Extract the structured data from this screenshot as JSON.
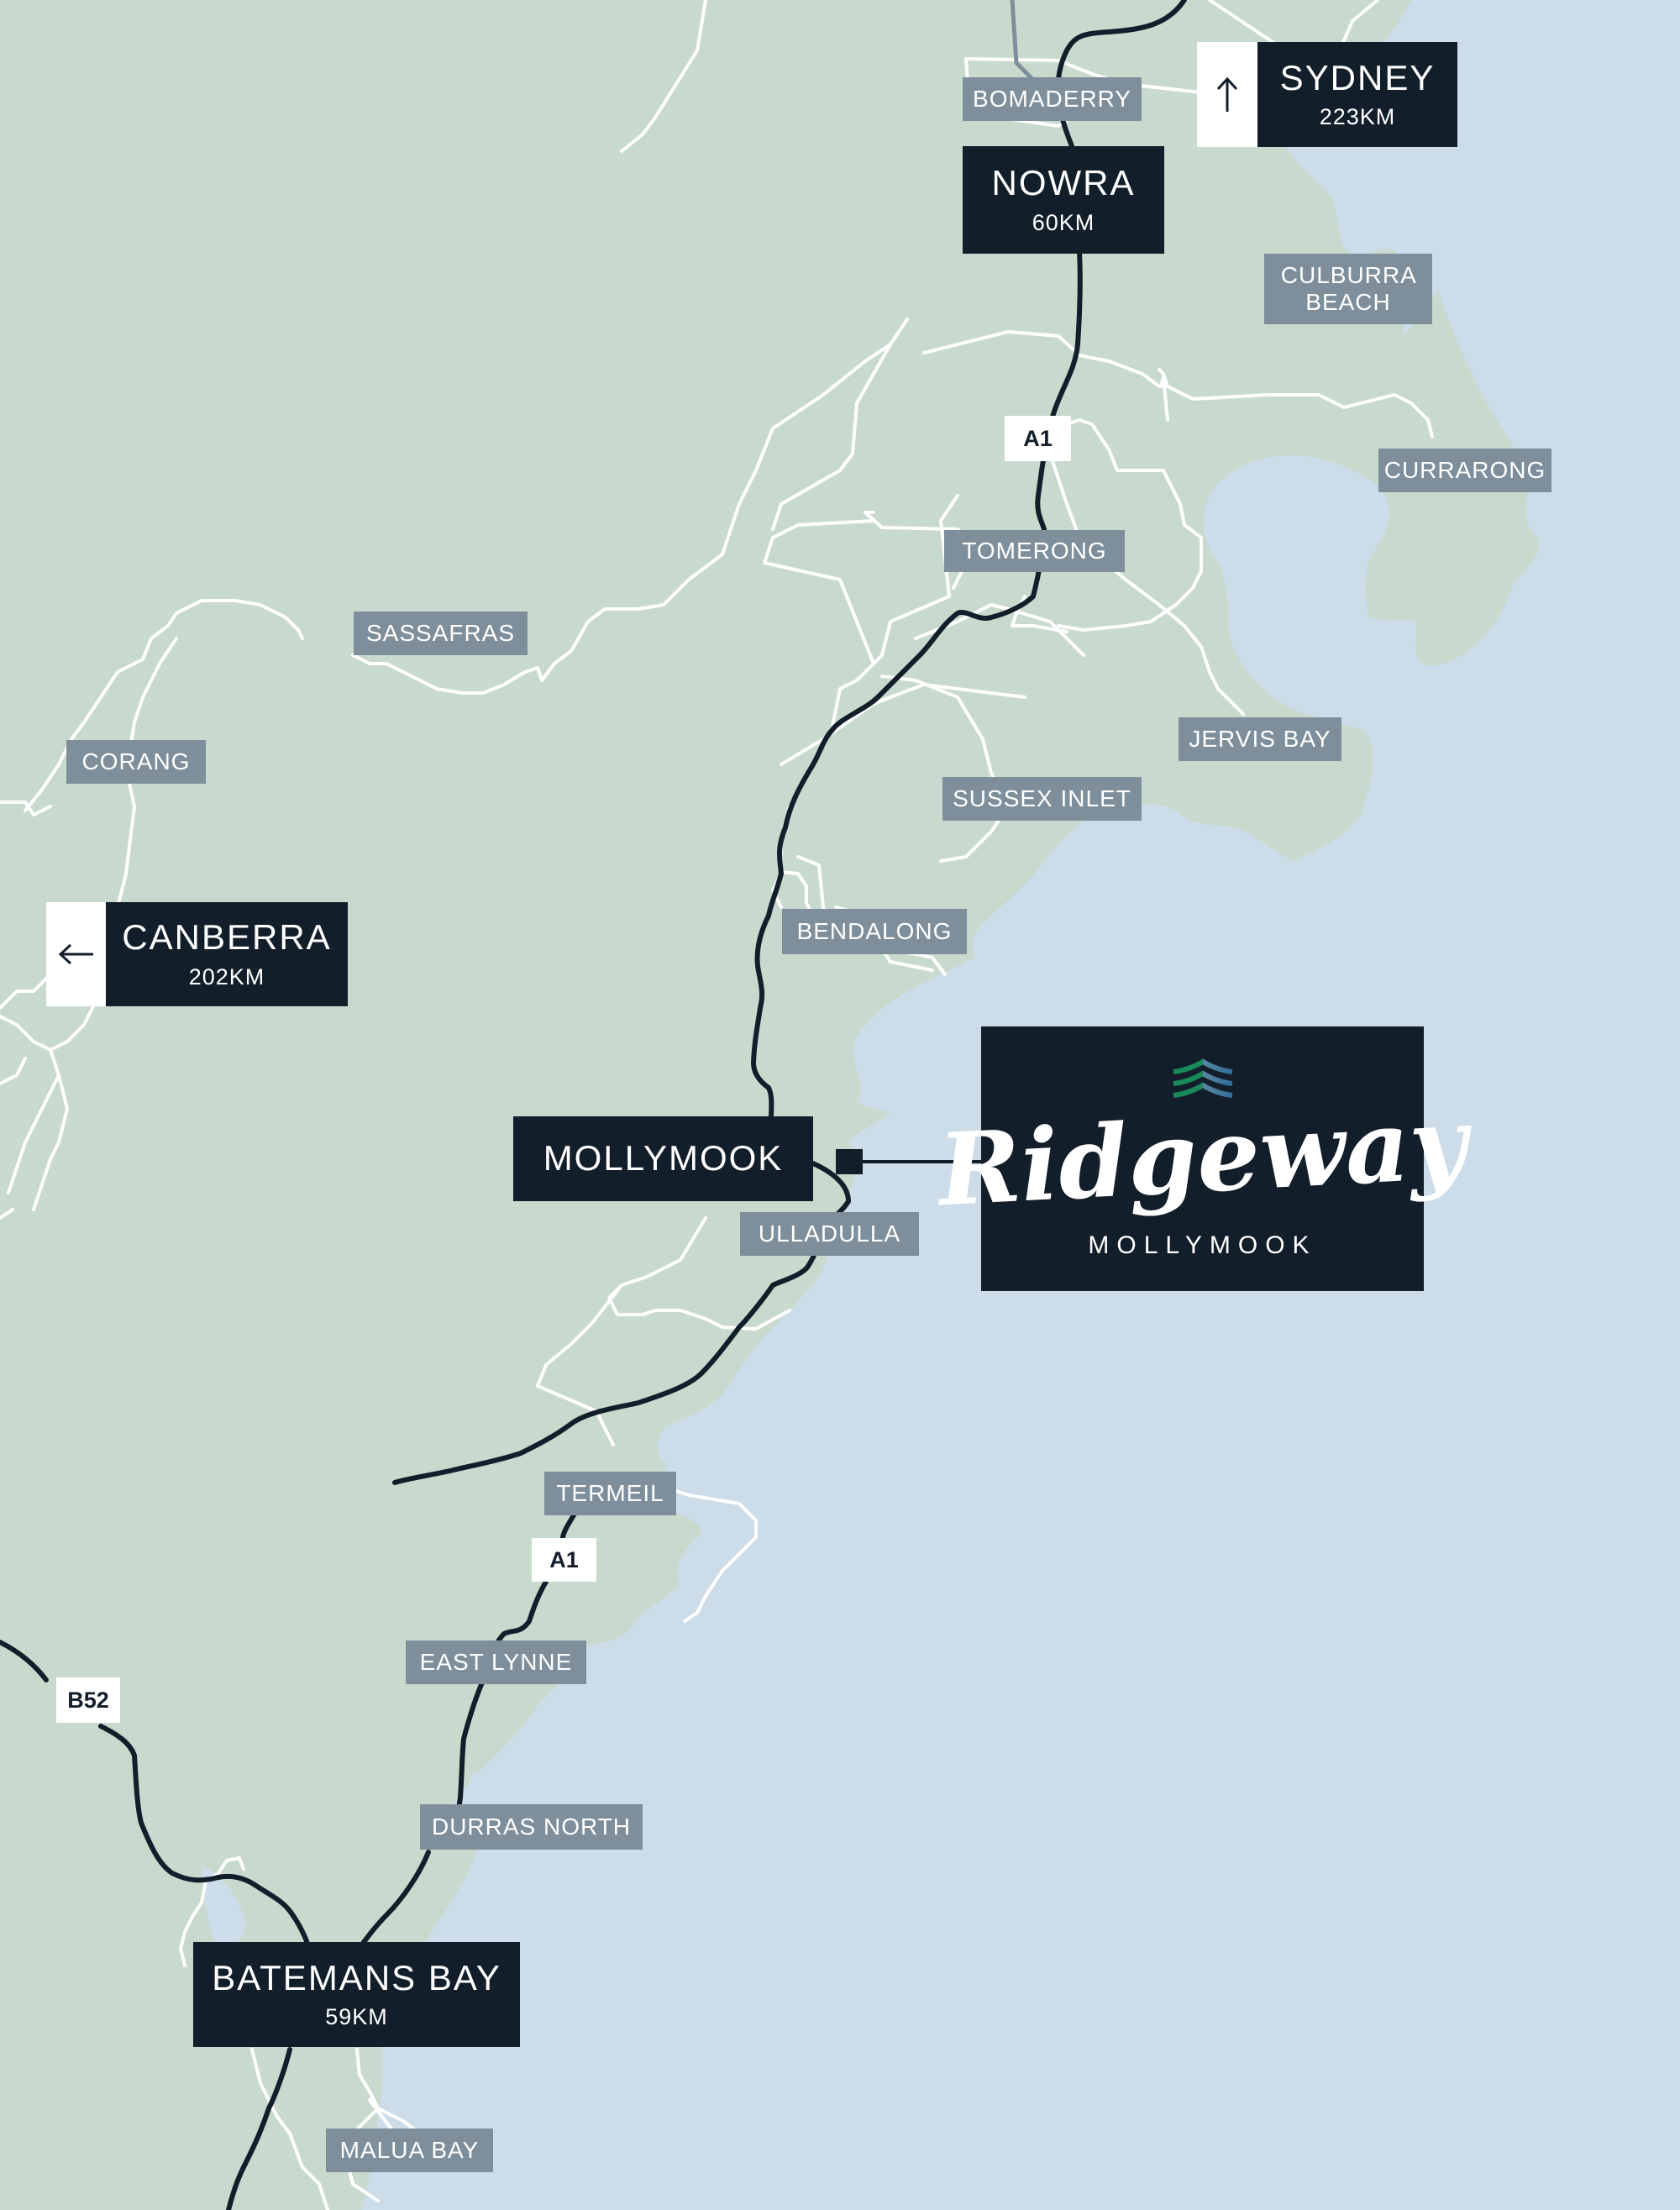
{
  "colors": {
    "land": "#c8dacd",
    "sea": "#ccdce8",
    "sign_dark": "#131e2b",
    "label_grey": "#7e8f9b",
    "minor_road": "#ffffff",
    "major_road": "#131e2b",
    "logo_green": "#1a8a5a",
    "logo_blue": "#2f6f9a"
  },
  "destinations": {
    "sydney": {
      "name": "SYDNEY",
      "distance": "223KM",
      "arrow": "↑",
      "arrow_icon": "arrow-up-icon"
    },
    "canberra": {
      "name": "CANBERRA",
      "distance": "202KM",
      "arrow": "←",
      "arrow_icon": "arrow-left-icon"
    },
    "nowra": {
      "name": "NOWRA",
      "distance": "60KM"
    },
    "batemans_bay": {
      "name": "BATEMANS BAY",
      "distance": "59KM"
    },
    "mollymook": {
      "name": "MOLLYMOOK"
    }
  },
  "towns": {
    "bomaderry": "BOMADERRY",
    "culburra_beach": "CULBURRA BEACH",
    "currarong": "CURRARONG",
    "tomerong": "TOMERONG",
    "sassafras": "SASSAFRAS",
    "corang": "CORANG",
    "jervis_bay": "JERVIS BAY",
    "sussex_inlet": "SUSSEX INLET",
    "bendalong": "BENDALONG",
    "ulladulla": "ULLADULLA",
    "termeil": "TERMEIL",
    "east_lynne": "EAST LYNNE",
    "durras_north": "DURRAS NORTH",
    "malua_bay": "MALUA BAY"
  },
  "road_shields": {
    "a1_north": "A1",
    "a1_south": "A1",
    "b52": "B52"
  },
  "brand": {
    "logo_icon": "wave-chevron-icon",
    "name": "Ridgeway",
    "location": "MOLLYMOOK"
  }
}
